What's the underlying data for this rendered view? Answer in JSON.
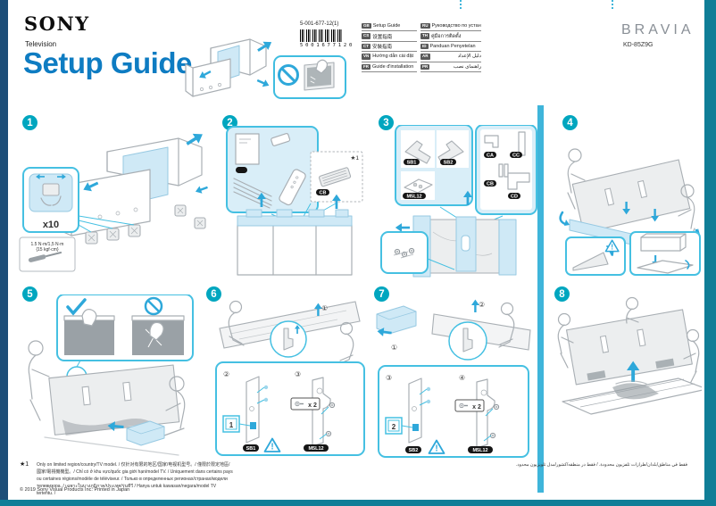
{
  "palette": {
    "title_blue": "#0e7cc2",
    "accent_teal": "#00a6bf",
    "callout_cyan": "#45c0e2",
    "arrow_blue": "#2ea8da",
    "foam_blue": "#cfe9f6",
    "frame_navy": "#1d4e78",
    "frame_teal": "#107e97"
  },
  "header": {
    "brand": "SONY",
    "product_type": "Television",
    "title": "Setup Guide",
    "doc_number": "5-001-677-12(1)",
    "barcode_number": "5001677120",
    "logo_right": "BRAVIA",
    "model": "KD-85Z9G",
    "languages": [
      {
        "code": "GB",
        "label": "Setup Guide"
      },
      {
        "code": "CS",
        "label": "设置指南"
      },
      {
        "code": "CT",
        "label": "安裝指南"
      },
      {
        "code": "VN",
        "label": "Hướng dẫn cài đặt"
      },
      {
        "code": "FR",
        "label": "Guide d'installation"
      },
      {
        "code": "RU",
        "label": "Руководство по установке"
      },
      {
        "code": "TH",
        "label": "คู่มือการติดตั้ง"
      },
      {
        "code": "ID",
        "label": "Panduan Penyetelan"
      },
      {
        "code": "AR",
        "label": "دليل الإعداد"
      },
      {
        "code": "PR",
        "label": "راهنمای نصب"
      }
    ]
  },
  "steps": {
    "s1": {
      "number": "1",
      "repeat": "x10",
      "torque_line1": "1.5 N·m/1,5 N·m",
      "torque_line2": "{15 kgf·cm}"
    },
    "s2": {
      "number": "2",
      "optional": "★1",
      "part_cb": "CB"
    },
    "s3": {
      "number": "3",
      "part_sb1": "SB1",
      "part_sb2": "SB2",
      "part_m5": "M5L12",
      "part_ca": "CA",
      "part_cc": "CC",
      "part_cb": "CB",
      "part_cd": "CD"
    },
    "s4": {
      "number": "4"
    },
    "s5": {
      "number": "5"
    },
    "s6": {
      "number": "6",
      "m1": "①",
      "m2": "②",
      "m3": "③",
      "slot": "1",
      "count": "x 2",
      "leg": "SB1",
      "screw": "M5L12"
    },
    "s7": {
      "number": "7",
      "m1": "①",
      "m2": "②",
      "m3": "③",
      "m4": "④",
      "slot": "2",
      "count": "x 2",
      "leg": "SB2",
      "screw": "M5L12"
    },
    "s8": {
      "number": "8"
    }
  },
  "footer": {
    "mark": "★1",
    "note": "Only on limited region/country/TV model. / 仅针对有限的地区/国家/电视机型号。/ 僅限於限定地區/國家/電視機機型。/ Chỉ có ở khu vực/quốc gia giới hạn/model TV. / Uniquement dans certains pays ou certaines régions/modèle de téléviseur. / Только в определенных регионах/странах/модели телевизора. / เฉพาะในบางภูมิภาค/ประเทศ/รุ่นทีวี / Hanya untuk kawasan/negara/model TV tertentu. /",
    "note_rtl": "فقط في مناطق/بلدان/طرازات تلفزيون محدودة. / فقط در منطقه/کشور/مدل تلویزیون محدود.",
    "copyright": "© 2019 Sony Visual Products Inc.   Printed in Japan"
  }
}
